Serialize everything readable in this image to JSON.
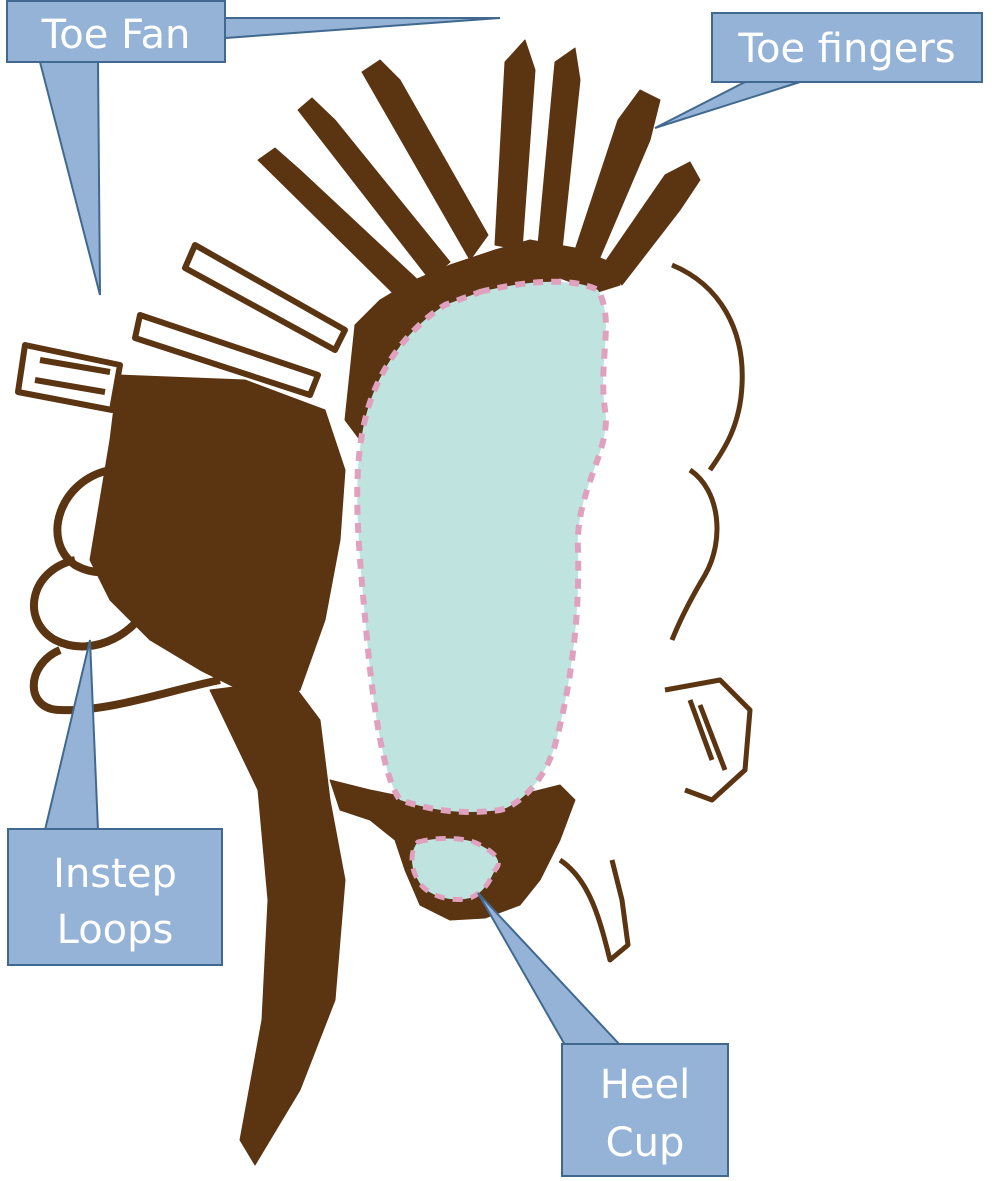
{
  "diagram": {
    "colors": {
      "material": "#5b3412",
      "footprint_fill": "#bfe4e0",
      "footprint_outline": "#e0a1be",
      "callout_fill": "#95b3d7",
      "callout_border": "#41698f",
      "callout_text": "#ffffff",
      "background": "#ffffff"
    },
    "callouts": {
      "toe_fan": {
        "lines": [
          "Toe Fan"
        ]
      },
      "toe_fingers": {
        "lines": [
          "Toe fingers"
        ]
      },
      "instep_loops": {
        "lines": [
          "Instep",
          "Loops"
        ]
      },
      "heel_cup": {
        "lines": [
          "Heel",
          "Cup"
        ]
      }
    }
  }
}
